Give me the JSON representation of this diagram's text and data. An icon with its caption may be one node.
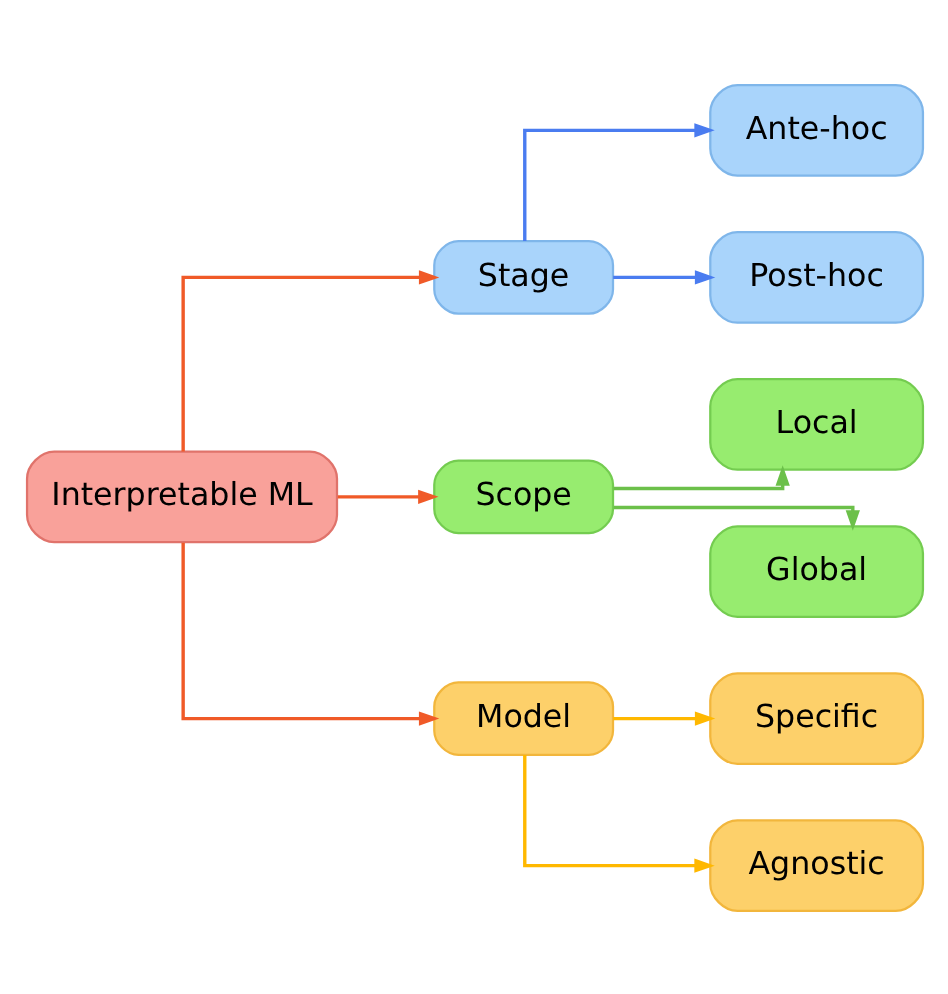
{
  "diagram": {
    "nodes": [
      {
        "text": [
          "Interpretable ML"
        ]
      },
      {
        "text": [
          "Stage"
        ]
      },
      {
        "text": [
          "Ante-hoc"
        ]
      },
      {
        "text": [
          "Post-hoc"
        ]
      },
      {
        "text": [
          "Scope"
        ]
      },
      {
        "text": [
          "Local"
        ]
      },
      {
        "text": [
          "Global"
        ]
      },
      {
        "text": [
          "Model"
        ]
      },
      {
        "text": [
          "Specific"
        ]
      },
      {
        "text": [
          "Agnostic"
        ]
      }
    ],
    "edges": [
      {
        "from": 0,
        "to": 1,
        "arrow": "to",
        "color": "#f05a28"
      },
      {
        "from": 0,
        "to": 4,
        "arrow": "to",
        "color": "#f05a28"
      },
      {
        "from": 0,
        "to": 7,
        "arrow": "to",
        "color": "#f05a28"
      },
      {
        "from": 1,
        "to": 2,
        "arrow": "to",
        "color": "#4a7cf0"
      },
      {
        "from": 1,
        "to": 3,
        "arrow": "to",
        "color": "#4a7cf0"
      },
      {
        "from": 4,
        "to": 5,
        "arrow": "to",
        "color": "#6cc04a"
      },
      {
        "from": 4,
        "to": 6,
        "arrow": "to",
        "color": "#6cc04a"
      },
      {
        "from": 7,
        "to": 8,
        "arrow": "to",
        "color": "#ffb800"
      },
      {
        "from": 7,
        "to": 9,
        "arrow": "to",
        "color": "#ffb800"
      }
    ]
  }
}
